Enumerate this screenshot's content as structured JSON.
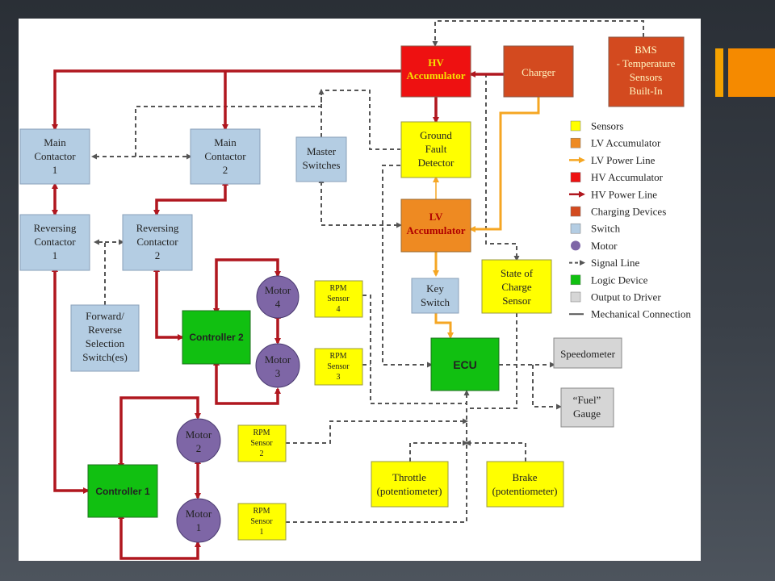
{
  "colors": {
    "sensor": "#ffff00",
    "lv_accumulator": "#ee8a22",
    "lv_power_line": "#f5a623",
    "hv_accumulator": "#ee1111",
    "hv_power_line": "#b0171f",
    "charging": "#d34a1f",
    "switch": "#b4cde3",
    "motor": "#7e66a6",
    "logic": "#11c011",
    "output": "#d6d6d6",
    "signal_line": "#555555",
    "accent_orange": "#f58a00"
  },
  "nodes": {
    "hv_accumulator": [
      "HV",
      "Accumulator"
    ],
    "charger": [
      "Charger"
    ],
    "bms": [
      "BMS",
      "- Temperature",
      "Sensors",
      "Built-In"
    ],
    "main_contactor_1": [
      "Main",
      "Contactor",
      "1"
    ],
    "main_contactor_2": [
      "Main",
      "Contactor",
      "2"
    ],
    "master_switches": [
      "Master",
      "Switches"
    ],
    "ground_fault_detector": [
      "Ground",
      "Fault",
      "Detector"
    ],
    "reversing_contactor_1": [
      "Reversing",
      "Contactor",
      "1"
    ],
    "reversing_contactor_2": [
      "Reversing",
      "Contactor",
      "2"
    ],
    "lv_accumulator": [
      "LV",
      "Accumulator"
    ],
    "state_of_charge_sensor": [
      "State of",
      "Charge",
      "Sensor"
    ],
    "key_switch": [
      "Key",
      "Switch"
    ],
    "forward_reverse_switch": [
      "Forward/",
      "Reverse",
      "Selection",
      "Switch(es)"
    ],
    "controller_2": [
      "Controller 2"
    ],
    "controller_1": [
      "Controller 1"
    ],
    "motor_4": [
      "Motor",
      "4"
    ],
    "motor_3": [
      "Motor",
      "3"
    ],
    "motor_2": [
      "Motor",
      "2"
    ],
    "motor_1": [
      "Motor",
      "1"
    ],
    "rpm_sensor_4": [
      "RPM",
      "Sensor",
      "4"
    ],
    "rpm_sensor_3": [
      "RPM",
      "Sensor",
      "3"
    ],
    "rpm_sensor_2": [
      "RPM",
      "Sensor",
      "2"
    ],
    "rpm_sensor_1": [
      "RPM",
      "Sensor",
      "1"
    ],
    "ecu": [
      "ECU"
    ],
    "speedometer": [
      "Speedometer"
    ],
    "fuel_gauge": [
      "“Fuel”",
      "Gauge"
    ],
    "throttle": [
      "Throttle",
      "(potentiometer)"
    ],
    "brake": [
      "Brake",
      "(potentiometer)"
    ]
  },
  "legend": [
    {
      "kind": "box",
      "color_key": "sensor",
      "label": "Sensors"
    },
    {
      "kind": "box",
      "color_key": "lv_accumulator",
      "label": "LV Accumulator"
    },
    {
      "kind": "arrow",
      "color_key": "lv_power_line",
      "label": "LV Power Line"
    },
    {
      "kind": "box",
      "color_key": "hv_accumulator",
      "label": "HV Accumulator"
    },
    {
      "kind": "arrow",
      "color_key": "hv_power_line",
      "label": "HV Power Line"
    },
    {
      "kind": "box",
      "color_key": "charging",
      "label": "Charging Devices"
    },
    {
      "kind": "box",
      "color_key": "switch",
      "label": "Switch"
    },
    {
      "kind": "circle",
      "color_key": "motor",
      "label": "Motor"
    },
    {
      "kind": "dashed",
      "color_key": "signal_line",
      "label": "Signal Line"
    },
    {
      "kind": "box",
      "color_key": "logic",
      "label": "Logic Device"
    },
    {
      "kind": "box",
      "color_key": "output",
      "label": "Output to Driver"
    },
    {
      "kind": "line",
      "color_key": "signal_line",
      "label": "Mechanical Connection"
    }
  ]
}
